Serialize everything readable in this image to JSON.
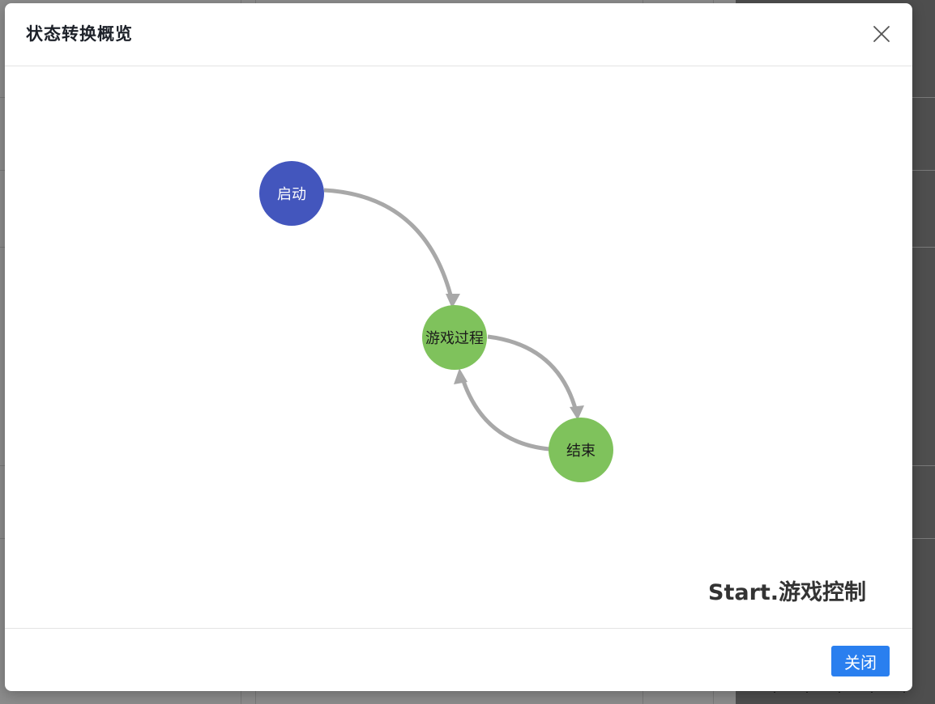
{
  "modal": {
    "title": "状态转换概览",
    "close_button_label": "关闭",
    "watermark": "Start.游戏控制"
  },
  "graph": {
    "nodes": [
      {
        "id": "start",
        "label": "启动",
        "color": "#4356bd",
        "text_color": "#ffffff"
      },
      {
        "id": "playing",
        "label": "游戏过程",
        "color": "#7fc25c",
        "text_color": "#1a1a1a"
      },
      {
        "id": "end",
        "label": "结束",
        "color": "#7fc25c",
        "text_color": "#1a1a1a"
      }
    ],
    "edges": [
      {
        "from": "start",
        "to": "playing"
      },
      {
        "from": "playing",
        "to": "end"
      },
      {
        "from": "end",
        "to": "playing"
      }
    ],
    "edge_color": "#a8a8a8"
  },
  "icons": {
    "close": "close-icon"
  }
}
